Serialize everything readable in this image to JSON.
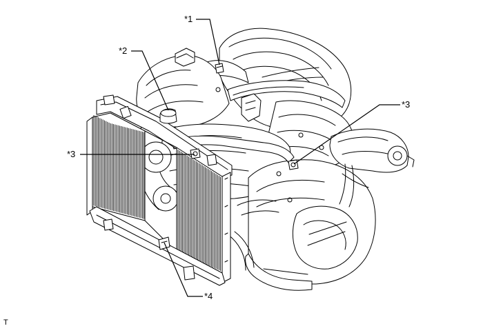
{
  "diagram": {
    "callouts": [
      {
        "id": "c1",
        "label": "*1"
      },
      {
        "id": "c2",
        "label": "*2"
      },
      {
        "id": "c3a",
        "label": "*3"
      },
      {
        "id": "c3b",
        "label": "*3"
      },
      {
        "id": "c4",
        "label": "*4"
      }
    ],
    "corner_code": "T"
  }
}
